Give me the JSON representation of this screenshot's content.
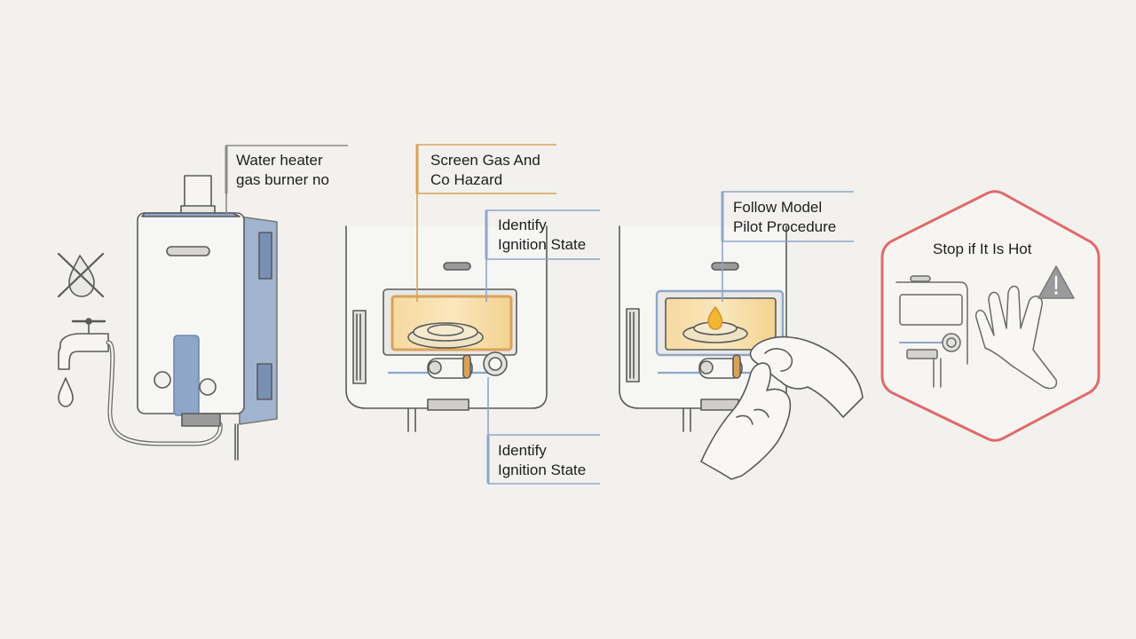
{
  "labels": {
    "water_heater": {
      "line1": "Water heater",
      "line2": "gas burner no"
    },
    "screen_gas": {
      "line1": "Screen Gas And",
      "line2": "Co Hazard"
    },
    "identify_top": {
      "line1": "Identify",
      "line2": "Ignition State"
    },
    "identify_bottom": {
      "line1": "Identify",
      "line2": "Ignition State"
    },
    "follow_model": {
      "line1": "Follow Model",
      "line2": "Pilot Procedure"
    },
    "stop_hot": "Stop if It Is Hot"
  },
  "colors": {
    "background": "#f2f1ee",
    "line": "#5a5a5a",
    "accent_blue": "#8ea6c8",
    "accent_orange": "#d9a25a",
    "flame": "#f2b534",
    "warning_red": "#e06a6a"
  },
  "icons": [
    "no-water-drop-icon",
    "faucet-icon",
    "water-drop-icon",
    "flame-icon",
    "warning-triangle-icon",
    "hand-icon"
  ]
}
